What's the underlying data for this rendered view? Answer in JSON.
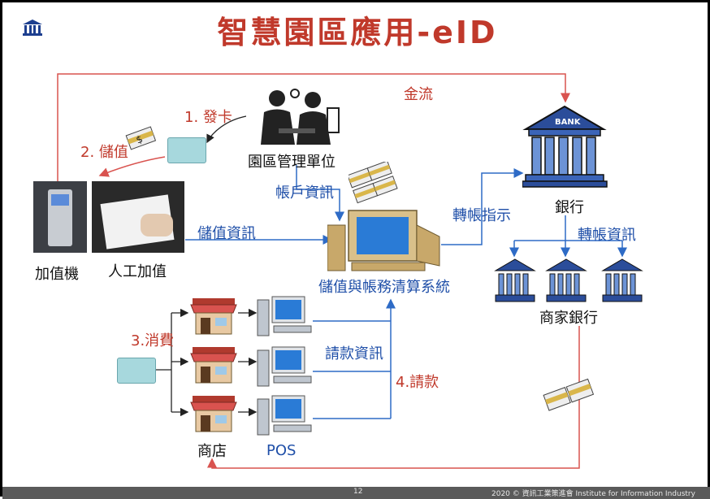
{
  "slide": {
    "title": "智慧園區應用-eID",
    "page_number": "12",
    "footer_text": "2020 © 資訊工業策進會 Institute for Information Industry"
  },
  "nodes": {
    "park_admin": "園區管理單位",
    "bank": "銀行",
    "kiosk": "加值機",
    "manual_topup": "人工加值",
    "clearing_system": "儲值與帳務清算系統",
    "merchant_bank": "商家銀行",
    "shop": "商店",
    "pos": "POS"
  },
  "edges": {
    "cash_flow": "金流",
    "issue_card": "1. 發卡",
    "top_up": "2. 儲值",
    "account_info": "帳戶資訊",
    "stored_value_info": "儲值資訊",
    "transfer_instruction": "轉帳指示",
    "transfer_info": "轉帳資訊",
    "consume": "3.消費",
    "claim_info": "請款資訊",
    "claim": "4.請款"
  },
  "colors": {
    "title": "#c0392b",
    "red_flow": "#d9534f",
    "blue_flow": "#2e6bc6",
    "card": "#a7d8dd"
  }
}
